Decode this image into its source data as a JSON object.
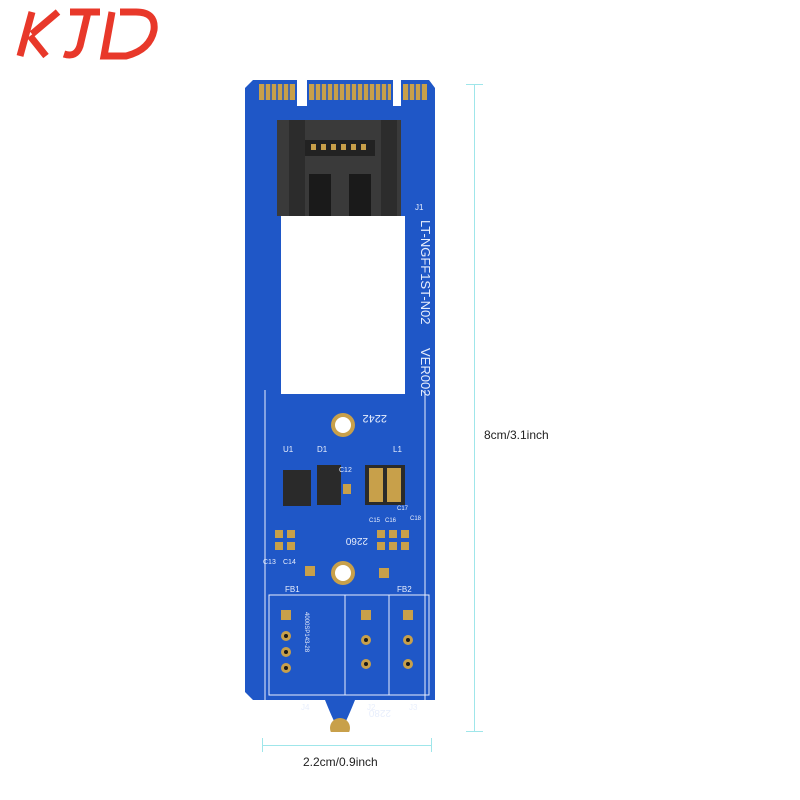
{
  "logo": {
    "text": "KJD",
    "color": "#e8382a"
  },
  "board": {
    "model": "LT-NGFF1ST-N02",
    "version": "VER002",
    "size_marks": [
      "2242",
      "2260",
      "2280"
    ],
    "component_labels": [
      "J1",
      "U1",
      "D1",
      "L1",
      "C12",
      "C13",
      "C14",
      "C15",
      "C16",
      "C17",
      "C18",
      "FB1",
      "FB2",
      "J2",
      "J3",
      "J4"
    ],
    "pin_label": "4000SP143-28",
    "pcb_color": "#1f57c7",
    "pad_color": "#c8a04a"
  },
  "dimensions": {
    "height": "8cm/3.1inch",
    "width": "2.2cm/0.9inch"
  }
}
